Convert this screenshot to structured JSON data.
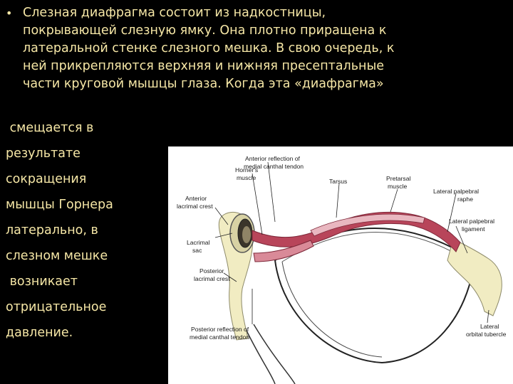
{
  "slide": {
    "bullet_symbol": "•",
    "bullet_lines": [
      " Слезная диафрагма состоит из надкостницы,",
      "покрывающей слезную ямку. Она плотно приращена к",
      "латеральной стенке слезного мешка. В свою очередь, к",
      "ней прикрепляются верхняя и нижняя пресептальные",
      "части круговой мышцы  глаза.   Когда  эта   «диафрагма»"
    ],
    "side_lines": [
      " смещается в",
      "результате",
      "сокращения",
      "мышцы Горнера",
      "латерально, в",
      "слезном мешке",
      " возникает",
      "отрицательное",
      "давление."
    ]
  },
  "figure": {
    "labels": {
      "anterior_reflection_1": "Anterior reflection of",
      "anterior_reflection_2": "medial canthal tendon",
      "horners_1": "Horner's",
      "horners_2": "muscle",
      "tarsus": "Tarsus",
      "pretarsal_1": "Pretarsal",
      "pretarsal_2": "muscle",
      "lat_raphe_1": "Lateral palpebral",
      "lat_raphe_2": "raphe",
      "lat_ligament_1": "Lateral palpebral",
      "lat_ligament_2": "ligament",
      "ant_crest_1": "Anterior",
      "ant_crest_2": "lacrimal crest",
      "lacrimal_sac_1": "Lacrimal",
      "lacrimal_sac_2": "sac",
      "post_crest_1": "Posterior",
      "post_crest_2": "lacrimal crest",
      "post_reflection_1": "Posterior reflection of",
      "post_reflection_2": "medial canthal tendon",
      "lateral_tubercle_1": "Lateral",
      "lateral_tubercle_2": "orbital tubercle"
    },
    "colors": {
      "muscle": "#b8455a",
      "muscle_light": "#d98a98",
      "bone": "#f1ecc2",
      "bone_edge": "#8d8a6a",
      "line": "#222222"
    }
  }
}
